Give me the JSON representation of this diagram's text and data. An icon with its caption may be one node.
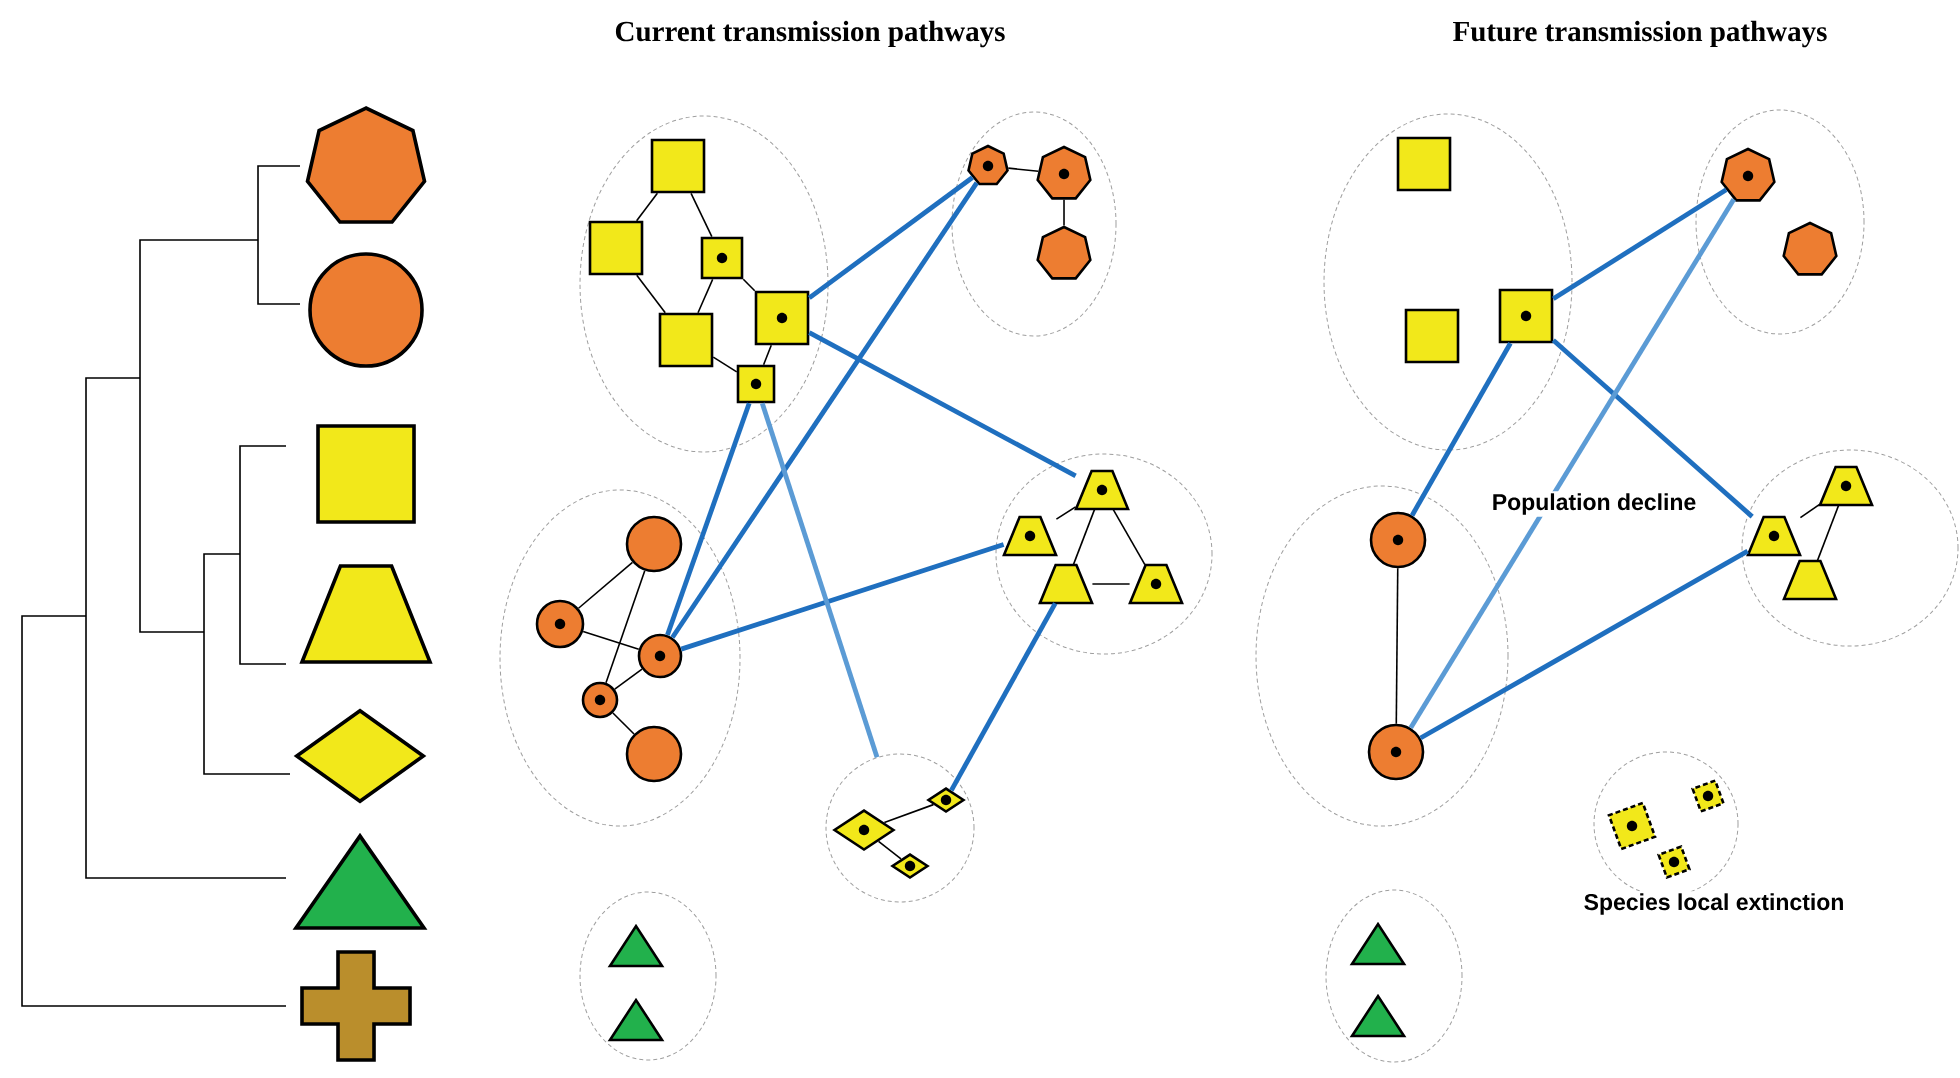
{
  "diagram": {
    "nodes": [
      {
        "text": [],
        "shape": "heptagon"
      },
      {
        "text": [],
        "shape": "circle"
      },
      {
        "text": [],
        "shape": "box"
      },
      {
        "text": [],
        "shape": "trapezoid"
      },
      {
        "text": [],
        "shape": "diamond"
      },
      {
        "text": [],
        "shape": "triangle"
      },
      {
        "text": [],
        "shape": "cross"
      },
      {
        "text": [],
        "shape": "ellipse"
      },
      {
        "text": [],
        "shape": "box",
        "in": 7
      },
      {
        "text": [],
        "shape": "box",
        "in": 7
      },
      {
        "text": [],
        "shape": "box",
        "in": 7
      },
      {
        "text": [],
        "shape": "box",
        "in": 7
      },
      {
        "text": [],
        "shape": "box",
        "in": 7
      },
      {
        "text": [],
        "shape": "box",
        "in": 7
      },
      {
        "text": [],
        "shape": "ellipse"
      },
      {
        "text": [],
        "shape": "heptagon",
        "in": 14
      },
      {
        "text": [],
        "shape": "heptagon",
        "in": 14
      },
      {
        "text": [],
        "shape": "heptagon",
        "in": 14
      },
      {
        "text": [],
        "shape": "ellipse"
      },
      {
        "text": [],
        "shape": "circle",
        "in": 18
      },
      {
        "text": [],
        "shape": "circle",
        "in": 18
      },
      {
        "text": [],
        "shape": "circle",
        "in": 18
      },
      {
        "text": [],
        "shape": "circle",
        "in": 18
      },
      {
        "text": [],
        "shape": "circle",
        "in": 18
      },
      {
        "text": [],
        "shape": "ellipse"
      },
      {
        "text": [],
        "shape": "trapezoid",
        "in": 24
      },
      {
        "text": [],
        "shape": "trapezoid",
        "in": 24
      },
      {
        "text": [],
        "shape": "trapezoid",
        "in": 24
      },
      {
        "text": [],
        "shape": "trapezoid",
        "in": 24
      },
      {
        "text": [],
        "shape": "ellipse"
      },
      {
        "text": [],
        "shape": "diamond",
        "in": 29
      },
      {
        "text": [],
        "shape": "diamond",
        "in": 29
      },
      {
        "text": [],
        "shape": "diamond",
        "in": 29
      },
      {
        "text": [],
        "shape": "ellipse"
      },
      {
        "text": [],
        "shape": "triangle",
        "in": 33
      },
      {
        "text": [],
        "shape": "triangle",
        "in": 33
      },
      {
        "text": [],
        "shape": "ellipse"
      },
      {
        "text": [],
        "shape": "box",
        "in": 36
      },
      {
        "text": [],
        "shape": "box",
        "in": 36
      },
      {
        "text": [],
        "shape": "box",
        "in": 36
      },
      {
        "text": [],
        "shape": "ellipse"
      },
      {
        "text": [],
        "shape": "heptagon",
        "in": 40
      },
      {
        "text": [],
        "shape": "heptagon",
        "in": 40
      },
      {
        "text": [],
        "shape": "ellipse"
      },
      {
        "text": [],
        "shape": "circle",
        "in": 43
      },
      {
        "text": [],
        "shape": "circle",
        "in": 43
      },
      {
        "text": [],
        "shape": "ellipse"
      },
      {
        "text": [],
        "shape": "trapezoid",
        "in": 46
      },
      {
        "text": [],
        "shape": "trapezoid",
        "in": 46
      },
      {
        "text": [],
        "shape": "trapezoid",
        "in": 46
      },
      {
        "text": [],
        "shape": "ellipse"
      },
      {
        "text": [],
        "shape": "box",
        "in": 50
      },
      {
        "text": [],
        "shape": "box",
        "in": 50
      },
      {
        "text": [],
        "shape": "box",
        "in": 50
      },
      {
        "text": [],
        "shape": "ellipse"
      },
      {
        "text": [],
        "shape": "triangle",
        "in": 54
      },
      {
        "text": [],
        "shape": "triangle",
        "in": 54
      }
    ],
    "edges": [
      {
        "from": 8,
        "to": 9,
        "arrow": "none"
      },
      {
        "from": 8,
        "to": 10,
        "arrow": "none"
      },
      {
        "from": 9,
        "to": 11,
        "arrow": "none"
      },
      {
        "from": 10,
        "to": 11,
        "arrow": "none"
      },
      {
        "from": 10,
        "to": 12,
        "arrow": "none"
      },
      {
        "from": 11,
        "to": 13,
        "arrow": "none"
      },
      {
        "from": 12,
        "to": 13,
        "arrow": "none"
      },
      {
        "from": 15,
        "to": 16,
        "arrow": "none"
      },
      {
        "from": 16,
        "to": 17,
        "arrow": "none"
      },
      {
        "from": 19,
        "to": 20,
        "arrow": "none"
      },
      {
        "from": 19,
        "to": 22,
        "arrow": "none"
      },
      {
        "from": 20,
        "to": 21,
        "arrow": "none"
      },
      {
        "from": 21,
        "to": 22,
        "arrow": "none"
      },
      {
        "from": 22,
        "to": 23,
        "arrow": "none"
      },
      {
        "from": 25,
        "to": 26,
        "arrow": "none"
      },
      {
        "from": 25,
        "to": 27,
        "arrow": "none"
      },
      {
        "from": 25,
        "to": 28,
        "arrow": "none"
      },
      {
        "from": 27,
        "to": 28,
        "arrow": "none"
      },
      {
        "from": 30,
        "to": 31,
        "arrow": "none"
      },
      {
        "from": 30,
        "to": 32,
        "arrow": "none"
      },
      {
        "from": 12,
        "to": 15,
        "arrow": "none",
        "style": "thick",
        "color": "#1f6fbf"
      },
      {
        "from": 21,
        "to": 15,
        "arrow": "none",
        "style": "thick",
        "color": "#1f6fbf"
      },
      {
        "from": 12,
        "to": 25,
        "arrow": "none",
        "style": "thick",
        "color": "#1f6fbf"
      },
      {
        "from": 13,
        "to": 21,
        "arrow": "none",
        "style": "thick",
        "color": "#1f6fbf"
      },
      {
        "from": 21,
        "to": 26,
        "arrow": "none",
        "style": "thick",
        "color": "#1f6fbf"
      },
      {
        "from": 13,
        "to": 29,
        "arrow": "none",
        "style": "thick",
        "color": "#5b9bd5"
      },
      {
        "from": 27,
        "to": 31,
        "arrow": "none",
        "style": "thick",
        "color": "#1f6fbf"
      },
      {
        "from": 44,
        "to": 45,
        "arrow": "none"
      },
      {
        "from": 47,
        "to": 48,
        "arrow": "none"
      },
      {
        "from": 48,
        "to": 49,
        "arrow": "none"
      },
      {
        "from": 39,
        "to": 41,
        "arrow": "none",
        "style": "thick",
        "color": "#1f6fbf"
      },
      {
        "from": 39,
        "to": 44,
        "arrow": "none",
        "style": "thick",
        "color": "#1f6fbf"
      },
      {
        "from": 39,
        "to": 47,
        "arrow": "none",
        "style": "thick",
        "color": "#1f6fbf"
      },
      {
        "from": 41,
        "to": 45,
        "arrow": "none",
        "style": "thick",
        "color": "#5b9bd5"
      },
      {
        "from": 45,
        "to": 47,
        "arrow": "none",
        "style": "thick",
        "color": "#1f6fbf"
      }
    ],
    "labels": [
      "Current transmission pathways",
      "Future transmission pathways",
      "Population decline",
      "Species local extinction"
    ]
  }
}
